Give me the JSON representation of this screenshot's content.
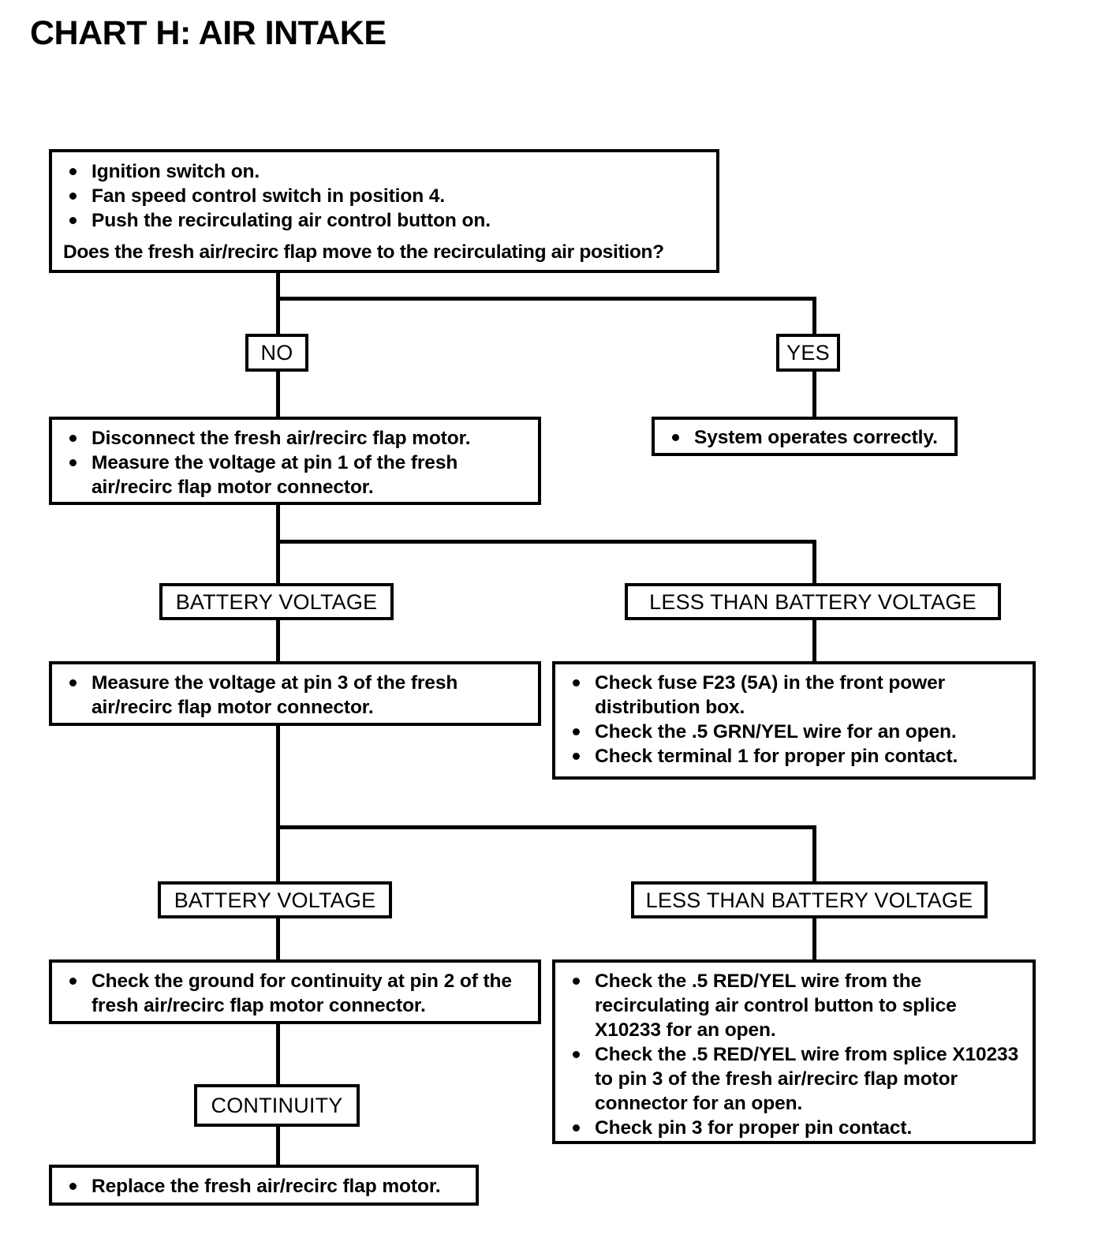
{
  "title": "CHART H: AIR INTAKE",
  "nodes": {
    "start": {
      "name": "initial-conditions-box",
      "bullets": [
        "Ignition switch on.",
        "Fan speed control switch in position 4.",
        "Push the recirculating air control button on."
      ],
      "question": "Does the fresh air/recirc flap move to the recirculating air position?"
    },
    "branch_no": "NO",
    "branch_yes": "YES",
    "yes_result": {
      "name": "system-ok-box",
      "bullets": [
        "System operates correctly."
      ]
    },
    "no_step1": {
      "name": "disconnect-measure-pin1-box",
      "bullets": [
        "Disconnect the fresh air/recirc flap motor.",
        "Measure the voltage at pin 1 of the fresh air/recirc flap motor connector."
      ]
    },
    "result_batt_1": "BATTERY VOLTAGE",
    "result_less_1": "LESS THAN BATTERY VOLTAGE",
    "measure_pin3": {
      "name": "measure-pin3-box",
      "bullets": [
        "Measure the voltage at pin 3 of the fresh air/recirc flap motor connector."
      ]
    },
    "check_fuse": {
      "name": "check-fuse-box",
      "bullets": [
        "Check fuse F23 (5A) in the front power distribution box.",
        "Check the .5 GRN/YEL wire for an open.",
        "Check terminal 1 for proper pin contact."
      ]
    },
    "result_batt_2": "BATTERY VOLTAGE",
    "result_less_2": "LESS THAN BATTERY VOLTAGE",
    "check_ground": {
      "name": "check-ground-pin2-box",
      "bullets": [
        "Check the ground for continuity at pin 2 of the fresh air/recirc flap motor connector."
      ]
    },
    "check_redyel": {
      "name": "check-red-yel-wire-box",
      "bullets": [
        "Check the .5 RED/YEL wire from the recirculating air control button to splice X10233 for an open.",
        "Check the .5 RED/YEL wire from splice X10233 to pin 3 of the fresh air/recirc flap motor connector for an open.",
        "Check pin 3 for proper pin contact."
      ]
    },
    "result_continuity": "CONTINUITY",
    "replace_motor": {
      "name": "replace-motor-box",
      "bullets": [
        "Replace the fresh air/recirc flap motor."
      ]
    }
  },
  "colors": {
    "ink": "#000000",
    "paper": "#ffffff"
  }
}
